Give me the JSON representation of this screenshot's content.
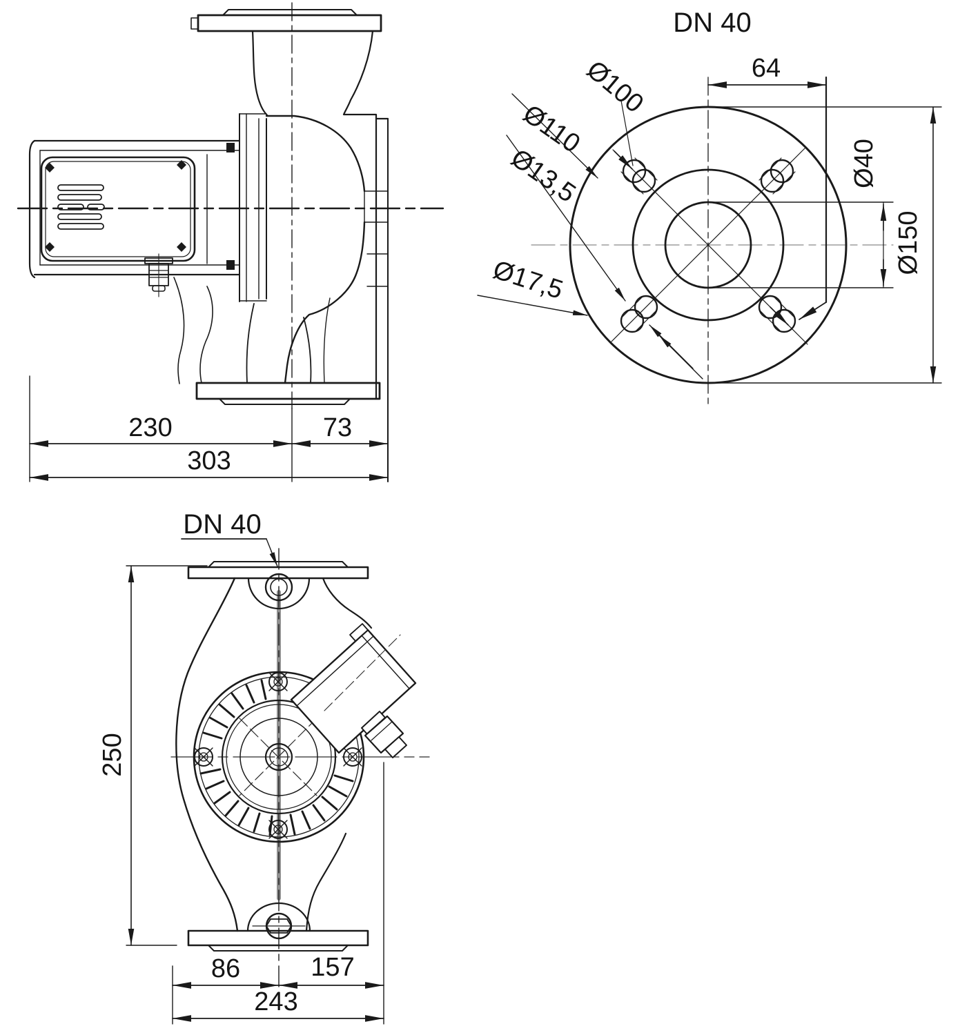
{
  "side_view": {
    "dim_motor_to_axis": "230",
    "dim_axis_to_flange": "73",
    "dim_total_length": "303"
  },
  "flange_view": {
    "title": "DN 40",
    "dim_center_offset": "64",
    "dim_nominal_bore": "Ø40",
    "dim_outer_diameter": "Ø150",
    "dim_bolt_circle": "Ø100",
    "dim_raised_face": "Ø110",
    "dim_hole_small": "Ø13,5",
    "dim_hole_large": "Ø17,5"
  },
  "bottom_view": {
    "title": "DN 40",
    "dim_height": "250",
    "dim_axis_to_left": "86",
    "dim_axis_to_right": "157",
    "dim_total_width": "243"
  }
}
